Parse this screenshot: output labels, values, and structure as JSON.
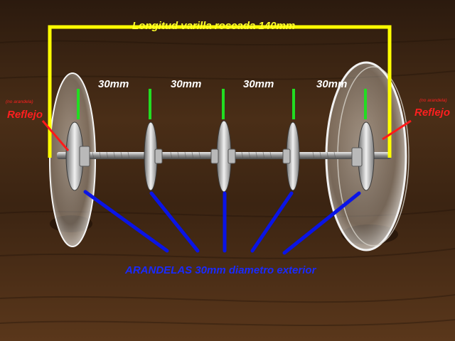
{
  "annotations": {
    "rod_length": "Longitud varilla roscada 140mm",
    "spacing_labels": [
      "30mm",
      "30mm",
      "30mm",
      "30mm"
    ],
    "left_note": "(no arandela)",
    "left_reflector": "Reflejo",
    "right_note": "(no arandela)",
    "right_reflector": "Reflejo",
    "washers": "ARANDELAS 30mm diametro exterior"
  },
  "colors": {
    "rod_bracket": "#ffff00",
    "spacing_lines": "#22dd22",
    "reflector_arrows": "#ff1a1a",
    "washer_lines": "#0a14e6",
    "background_wood": "#3a2414"
  }
}
